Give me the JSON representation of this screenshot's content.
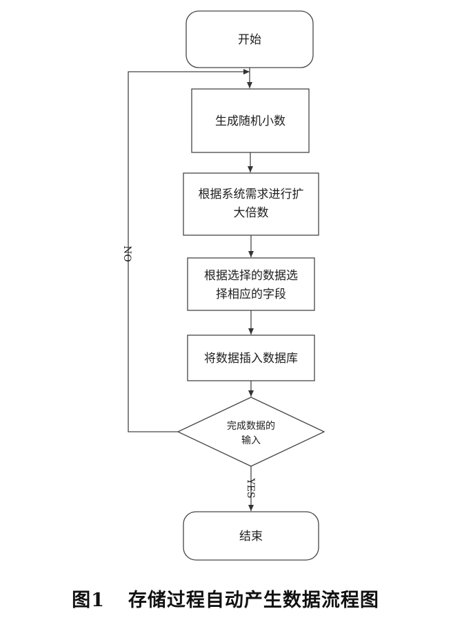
{
  "flowchart": {
    "start": "开始",
    "step1": "生成随机小数",
    "step2_line1": "根据系统需求进行扩",
    "step2_line2": "大倍数",
    "step3_line1": "根据选择的数据选",
    "step3_line2": "择相应的字段",
    "step4": "将数据插入数据库",
    "decision_line1": "完成数据的",
    "decision_line2": "输入",
    "no_label": "NO",
    "yes_label": "YES",
    "end": "结束"
  },
  "caption": {
    "number": "图1",
    "title": "存储过程自动产生数据流程图"
  }
}
